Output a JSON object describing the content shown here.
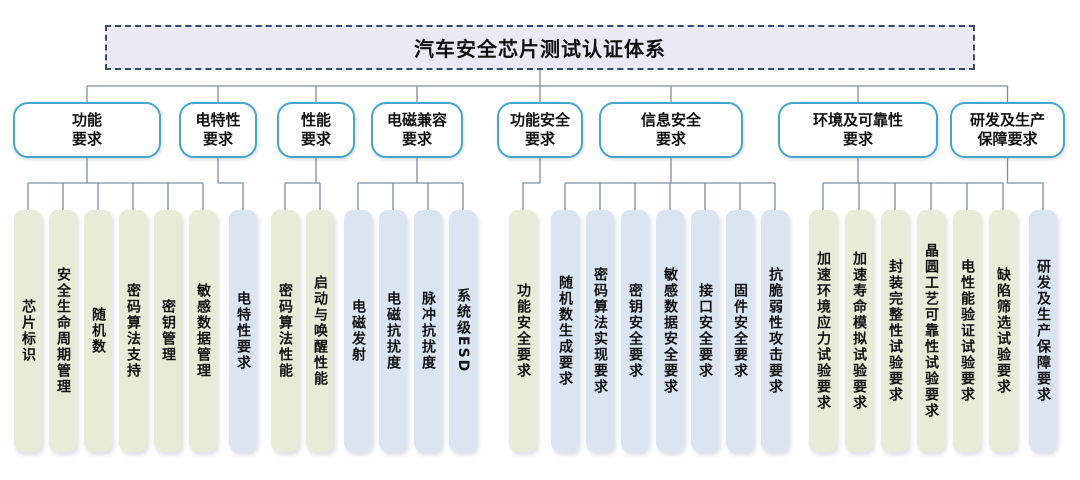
{
  "title": "汽车安全芯片测试认证体系",
  "colors": {
    "title_bg": "#eae9f4",
    "title_border": "#3a4a66",
    "branch_border": "#45a5cf",
    "branch_bg": "#ffffff",
    "leaf_green_bg": "#e6ecd8",
    "leaf_blue_bg": "#dbe5f2",
    "connector": "#7d8da8",
    "text": "#111111"
  },
  "branches": [
    {
      "id": "functional",
      "label": "功能\n要求",
      "children": [
        {
          "label": "芯片标识",
          "color": "green"
        },
        {
          "label": "安全生命周期管理",
          "color": "green"
        },
        {
          "label": "随机数",
          "color": "green"
        },
        {
          "label": "密码算法支持",
          "color": "green"
        },
        {
          "label": "密钥管理",
          "color": "green"
        },
        {
          "label": "敏感数据管理",
          "color": "green"
        }
      ]
    },
    {
      "id": "electrical",
      "label": "电特性\n要求",
      "children": [
        {
          "label": "电特性要求",
          "color": "blue"
        }
      ]
    },
    {
      "id": "performance",
      "label": "性能\n要求",
      "children": [
        {
          "label": "密码算法性能",
          "color": "green"
        },
        {
          "label": "启动与唤醒性能",
          "color": "green"
        }
      ]
    },
    {
      "id": "emc",
      "label": "电磁兼容\n要求",
      "children": [
        {
          "label": "电磁发射",
          "color": "blue"
        },
        {
          "label": "电磁抗扰度",
          "color": "blue"
        },
        {
          "label": "脉冲抗扰度",
          "color": "blue"
        },
        {
          "label": "系统级ESD",
          "color": "blue"
        }
      ]
    },
    {
      "id": "functional-safety",
      "label": "功能安全\n要求",
      "children": [
        {
          "label": "功能安全要求",
          "color": "green"
        }
      ]
    },
    {
      "id": "information-security",
      "label": "信息安全\n要求",
      "children": [
        {
          "label": "随机数生成要求",
          "color": "blue"
        },
        {
          "label": "密码算法实现要求",
          "color": "blue"
        },
        {
          "label": "密钥安全要求",
          "color": "blue"
        },
        {
          "label": "敏感数据安全要求",
          "color": "blue"
        },
        {
          "label": "接口安全要求",
          "color": "blue"
        },
        {
          "label": "固件安全要求",
          "color": "blue"
        },
        {
          "label": "抗脆弱性攻击要求",
          "color": "blue"
        }
      ]
    },
    {
      "id": "environment-reliability",
      "label": "环境及可靠性\n要求",
      "children": [
        {
          "label": "加速环境应力试验要求",
          "color": "green"
        },
        {
          "label": "加速寿命模拟试验要求",
          "color": "green"
        },
        {
          "label": "封装完整性试验要求",
          "color": "green"
        },
        {
          "label": "晶圆工艺可靠性试验要求",
          "color": "green"
        },
        {
          "label": "电性能验证试验要求",
          "color": "green"
        },
        {
          "label": "缺陷筛选试验要求",
          "color": "green"
        }
      ]
    },
    {
      "id": "rd-production",
      "label": "研发及生产\n保障要求",
      "children": [
        {
          "label": "研发及生产保障要求",
          "color": "blue"
        }
      ]
    }
  ]
}
